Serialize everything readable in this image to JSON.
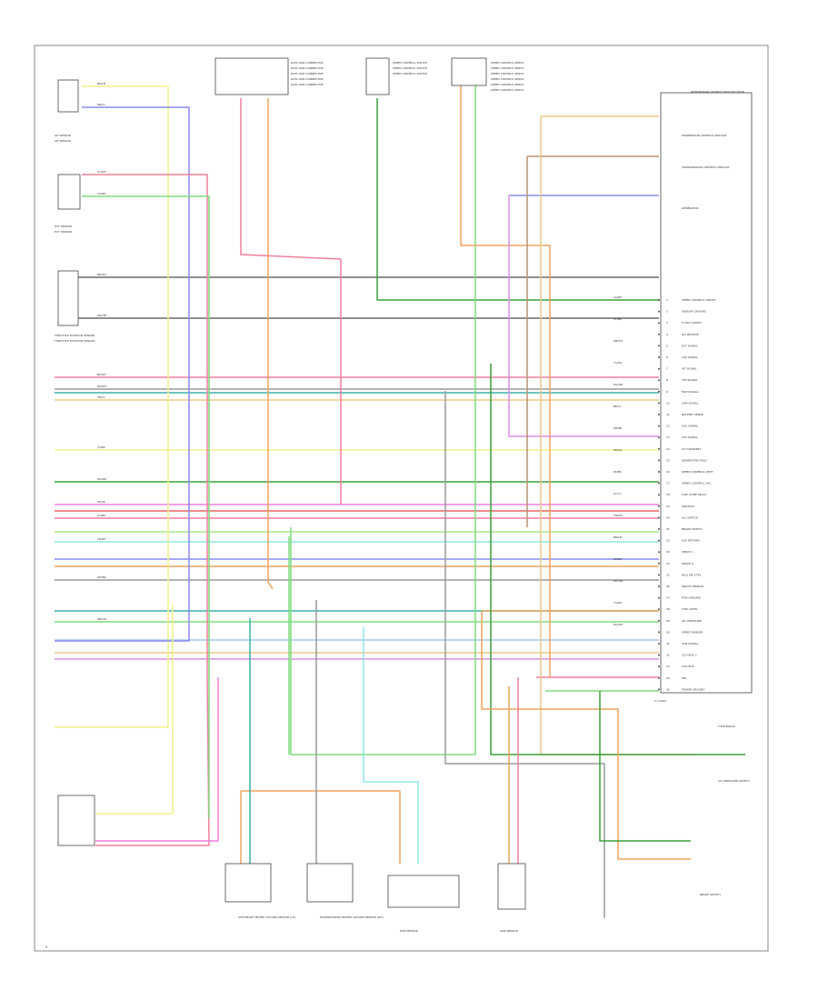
{
  "diagram": {
    "page_number": "9",
    "colors": {
      "yellow": "#f2f08a",
      "blue": "#8a8cf0",
      "pink": "#f07f9a",
      "green": "#7fdc7f",
      "orange": "#f0a35e",
      "violet": "#d88fe6",
      "grey": "#9a9a9a",
      "dark_grey": "#6a6a6a",
      "brown": "#b89070",
      "dark_green": "#3aa03a",
      "light_green": "#a8e88a",
      "cyan": "#8ee6e6",
      "teal": "#3cb0a8",
      "magenta": "#f07fe0",
      "tan": "#e8c88a",
      "red": "#f06060",
      "black": "#333333",
      "light_blue": "#a8c8f0"
    },
    "top_components": [
      "DATA LINK CONNECTOR",
      "SPEED CONTROL SWITCH",
      "SPEED CONTROL SERVO"
    ],
    "left_components": [
      "IAT SENSOR",
      "ECT SENSOR",
      "THROTTLE POSITION SENSOR"
    ],
    "bottom_components": [
      "UPSTREAM HEATED OXYGEN SENSOR (LH)",
      "DOWNSTREAM HEATED OXYGEN SENSOR (RH)",
      "MAP SENSOR",
      "CMP SENSOR"
    ],
    "right_components": [
      "POWERTRAIN CONTROL MODULE",
      "TRANSMISSION CONTROL MODULE",
      "GENERATOR",
      "FUSE BLOCK",
      "A/C PRESSURE SWITCH",
      "BRAKE SWITCH"
    ],
    "pcm_label": "POWERTRAIN CONTROL MODULE (PCM)",
    "pcm_connector": "C1 (GRY)",
    "pcm_pin_labels": [
      "SPEED CONTROL ON/OFF",
      "SENSOR GROUND",
      "5 VOLT SUPPLY",
      "SCI RECEIVE",
      "ECT SIGNAL",
      "CKP SIGNAL",
      "IAT SIGNAL",
      "TPS SIGNAL",
      "MAP SIGNAL",
      "CMP SIGNAL",
      "BATTERY SENSE",
      "O2S SIGNAL",
      "VSS SIGNAL",
      "SCI TRANSMIT",
      "GENERATOR FIELD",
      "SPEED CONTROL VENT",
      "SPEED CONTROL VAC",
      "FUEL PUMP RELAY",
      "IGNITION",
      "A/C SWITCH",
      "BRAKE SWITCH",
      "O2S RETURN",
      "SERVO 1",
      "SERVO 2",
      "IDLE AIR CTRL",
      "KNOCK SENSOR",
      "PCM GROUND",
      "FUEL LEVEL",
      "OIL PRESSURE",
      "SPEED SENSOR",
      "TCM SIGNAL",
      "CCD BUS +",
      "CCD BUS -",
      "MIL",
      "POWER GROUND"
    ],
    "wire_labels_left": [
      "BK/LB",
      "DB/YL",
      "VT/WT",
      "LG/RD",
      "BR/WT",
      "OR/DB",
      "BK/WT",
      "RD/WT",
      "TN/YL",
      "YL/BK",
      "DG/RD",
      "PK/LB",
      "GY/BK",
      "LB/WT",
      "WT/BK",
      "DB/OR"
    ],
    "wire_labels_right": [
      "LG/BK",
      "VT/BK",
      "DB/WT",
      "YL/DG",
      "DG/OR",
      "BK/YL",
      "OR/BK",
      "RD/LG",
      "PK/BK",
      "GY/YL",
      "TN/WT",
      "BR/LB",
      "LB/RD",
      "WT/OR",
      "YL/RD",
      "DG/WT"
    ]
  }
}
